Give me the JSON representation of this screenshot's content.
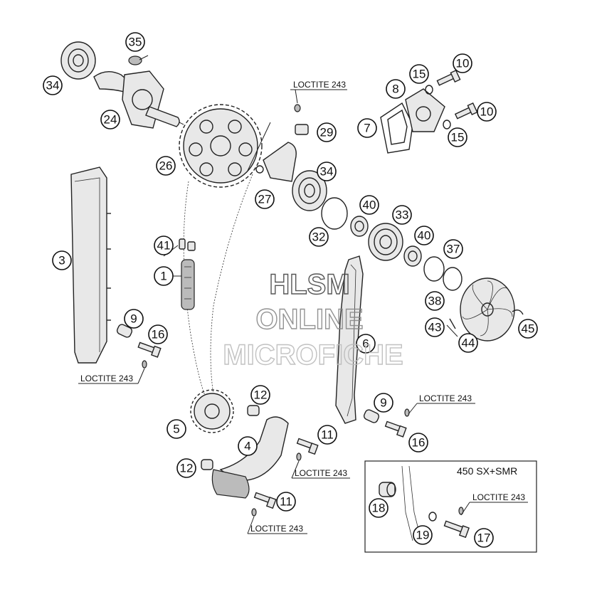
{
  "diagram": {
    "callouts": [
      {
        "id": "c35",
        "label": "35"
      },
      {
        "id": "c34a",
        "label": "34"
      },
      {
        "id": "c24",
        "label": "24"
      },
      {
        "id": "c10a",
        "label": "10"
      },
      {
        "id": "c15a",
        "label": "15"
      },
      {
        "id": "c8",
        "label": "8"
      },
      {
        "id": "c7",
        "label": "7"
      },
      {
        "id": "c10b",
        "label": "10"
      },
      {
        "id": "c15b",
        "label": "15"
      },
      {
        "id": "c29",
        "label": "29"
      },
      {
        "id": "c26",
        "label": "26"
      },
      {
        "id": "c27",
        "label": "27"
      },
      {
        "id": "c34b",
        "label": "34"
      },
      {
        "id": "c40a",
        "label": "40"
      },
      {
        "id": "c33",
        "label": "33"
      },
      {
        "id": "c32",
        "label": "32"
      },
      {
        "id": "c40b",
        "label": "40"
      },
      {
        "id": "c37",
        "label": "37"
      },
      {
        "id": "c38",
        "label": "38"
      },
      {
        "id": "c43",
        "label": "43"
      },
      {
        "id": "c44",
        "label": "44"
      },
      {
        "id": "c45",
        "label": "45"
      },
      {
        "id": "c3",
        "label": "3"
      },
      {
        "id": "c41",
        "label": "41"
      },
      {
        "id": "c1",
        "label": "1"
      },
      {
        "id": "c9a",
        "label": "9"
      },
      {
        "id": "c16a",
        "label": "16"
      },
      {
        "id": "c6",
        "label": "6"
      },
      {
        "id": "c12a",
        "label": "12"
      },
      {
        "id": "c5",
        "label": "5"
      },
      {
        "id": "c4",
        "label": "4"
      },
      {
        "id": "c11a",
        "label": "11"
      },
      {
        "id": "c12b",
        "label": "12"
      },
      {
        "id": "c11b",
        "label": "11"
      },
      {
        "id": "c9b",
        "label": "9"
      },
      {
        "id": "c16b",
        "label": "16"
      },
      {
        "id": "c18",
        "label": "18"
      },
      {
        "id": "c19",
        "label": "19"
      },
      {
        "id": "c17",
        "label": "17"
      }
    ],
    "loctite_labels": [
      {
        "id": "l1",
        "text": "LOCTITE 243"
      },
      {
        "id": "l2",
        "text": "LOCTITE 243"
      },
      {
        "id": "l3",
        "text": "LOCTITE 243"
      },
      {
        "id": "l4",
        "text": "LOCTITE 243"
      },
      {
        "id": "l5",
        "text": "LOCTITE 243"
      },
      {
        "id": "l6",
        "text": "LOCTITE 243"
      }
    ],
    "inset_title": "450 SX+SMR",
    "watermark": [
      "HLSM",
      "ONLINE",
      "MICROFICHE"
    ]
  }
}
